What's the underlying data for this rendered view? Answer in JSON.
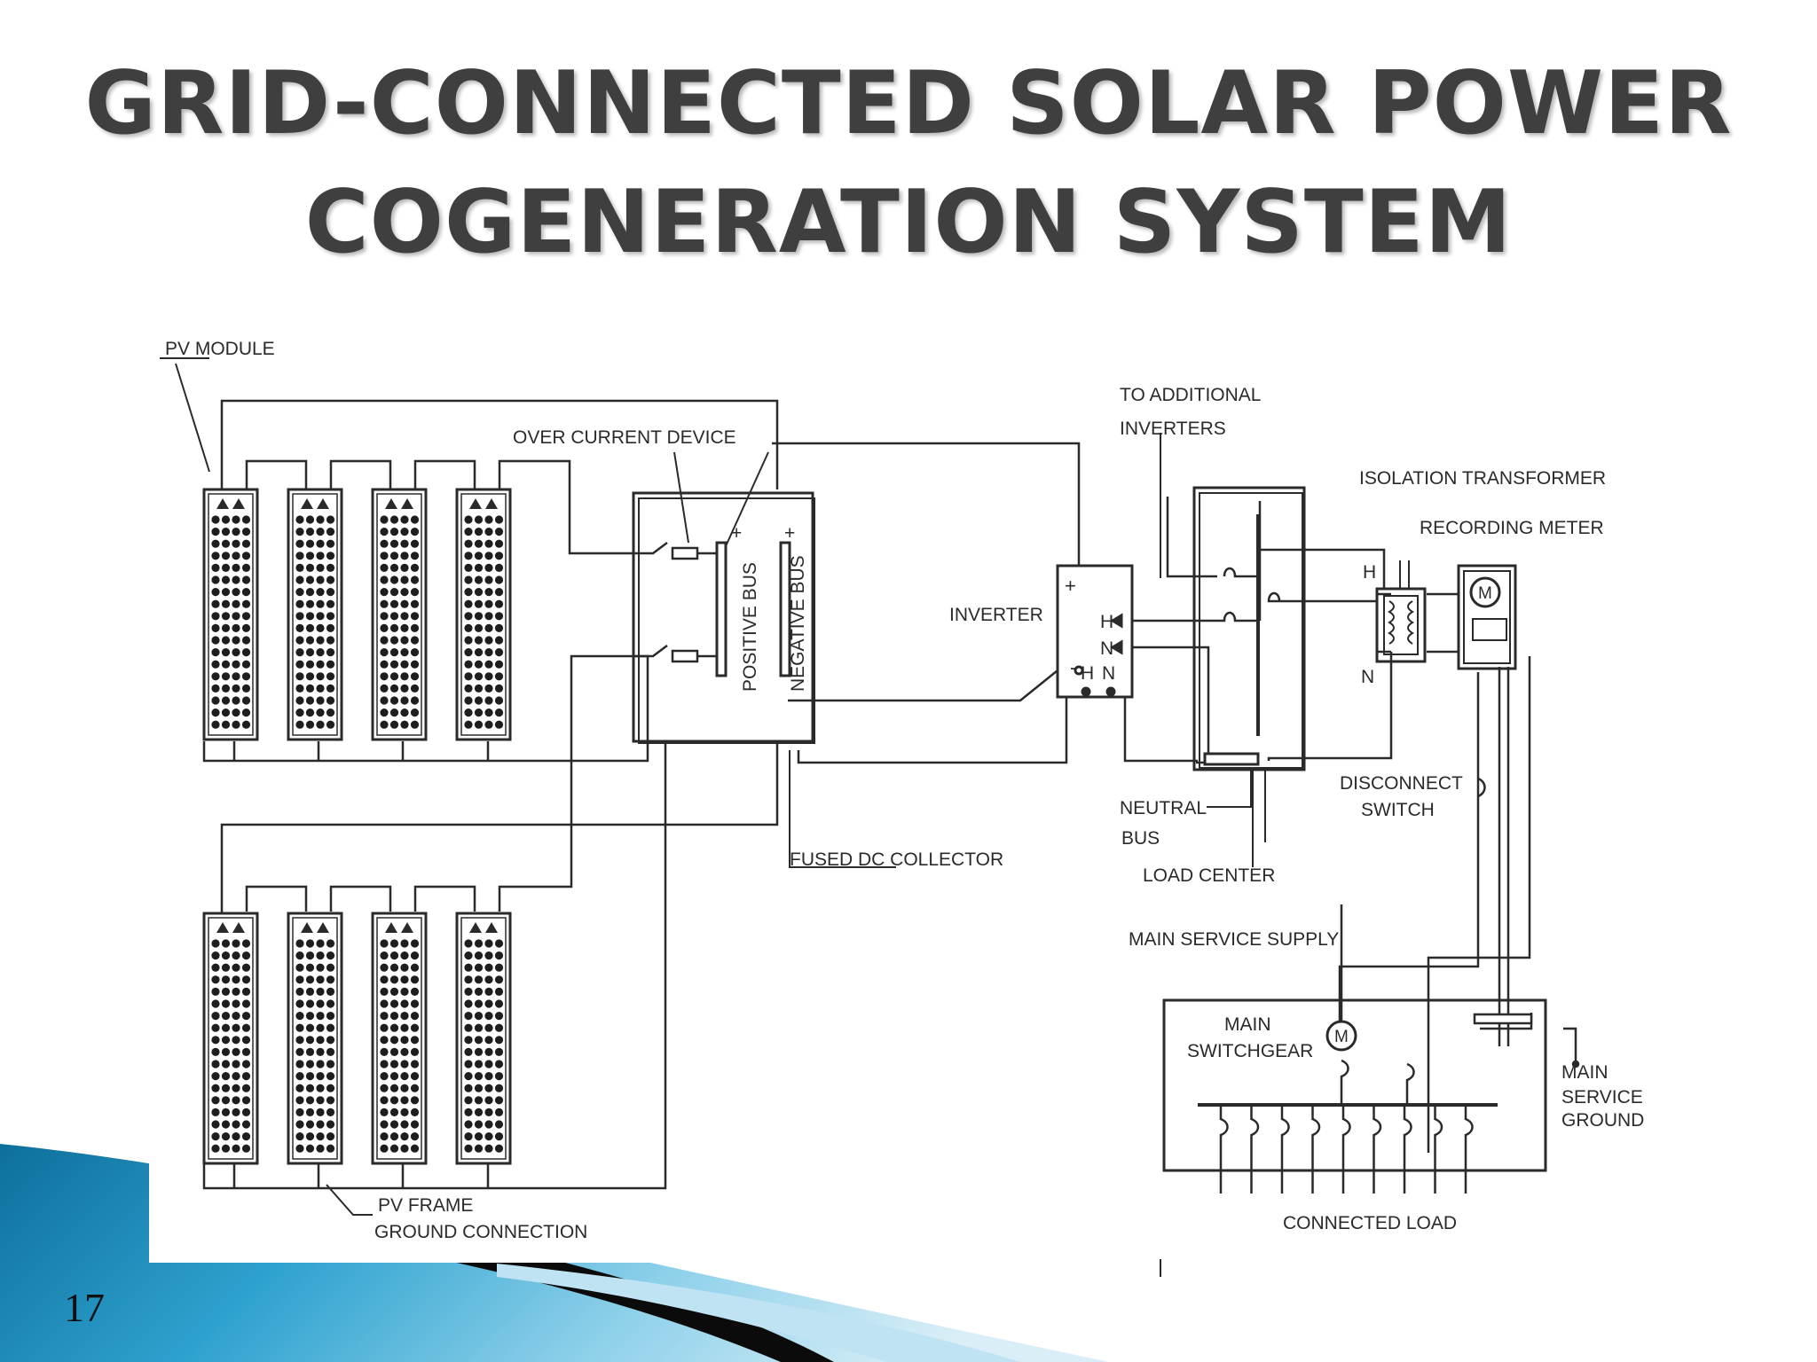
{
  "slide": {
    "title_line1": "GRID-CONNECTED SOLAR POWER",
    "title_line2": "COGENERATION SYSTEM",
    "number": "17"
  },
  "diagram": {
    "labels": {
      "pv_module": "PV MODULE",
      "over_current_device": "OVER CURRENT DEVICE",
      "positive_bus": "POSITIVE BUS",
      "negative_bus": "NEGATIVE BUS",
      "fused_dc_collector": "FUSED DC COLLECTOR",
      "inverter": "INVERTER",
      "to_additional_1": "TO ADDITIONAL",
      "to_additional_2": "INVERTERS",
      "isolation_transformer": "ISOLATION TRANSFORMER",
      "recording_meter": "RECORDING METER",
      "neutral_bus_1": "NEUTRAL",
      "neutral_bus_2": "BUS",
      "load_center": "LOAD CENTER",
      "disconnect_1": "DISCONNECT",
      "disconnect_2": "SWITCH",
      "main_service_supply": "MAIN SERVICE SUPPLY",
      "main_switchgear_1": "MAIN",
      "main_switchgear_2": "SWITCHGEAR",
      "main_service_ground_1": "MAIN",
      "main_service_ground_2": "SERVICE",
      "main_service_ground_3": "GROUND",
      "pv_frame_1": "PV FRAME",
      "pv_frame_2": "GROUND CONNECTION",
      "connected_load": "CONNECTED LOAD"
    },
    "terminals": {
      "plus": "+",
      "minus": "-",
      "h": "H",
      "n": "N",
      "m": "M"
    }
  },
  "colors": {
    "title": "#3f3f3f",
    "line": "#2a2a2a",
    "accent_blue": "#1c86b8",
    "light_blue": "#9fd8ef"
  }
}
